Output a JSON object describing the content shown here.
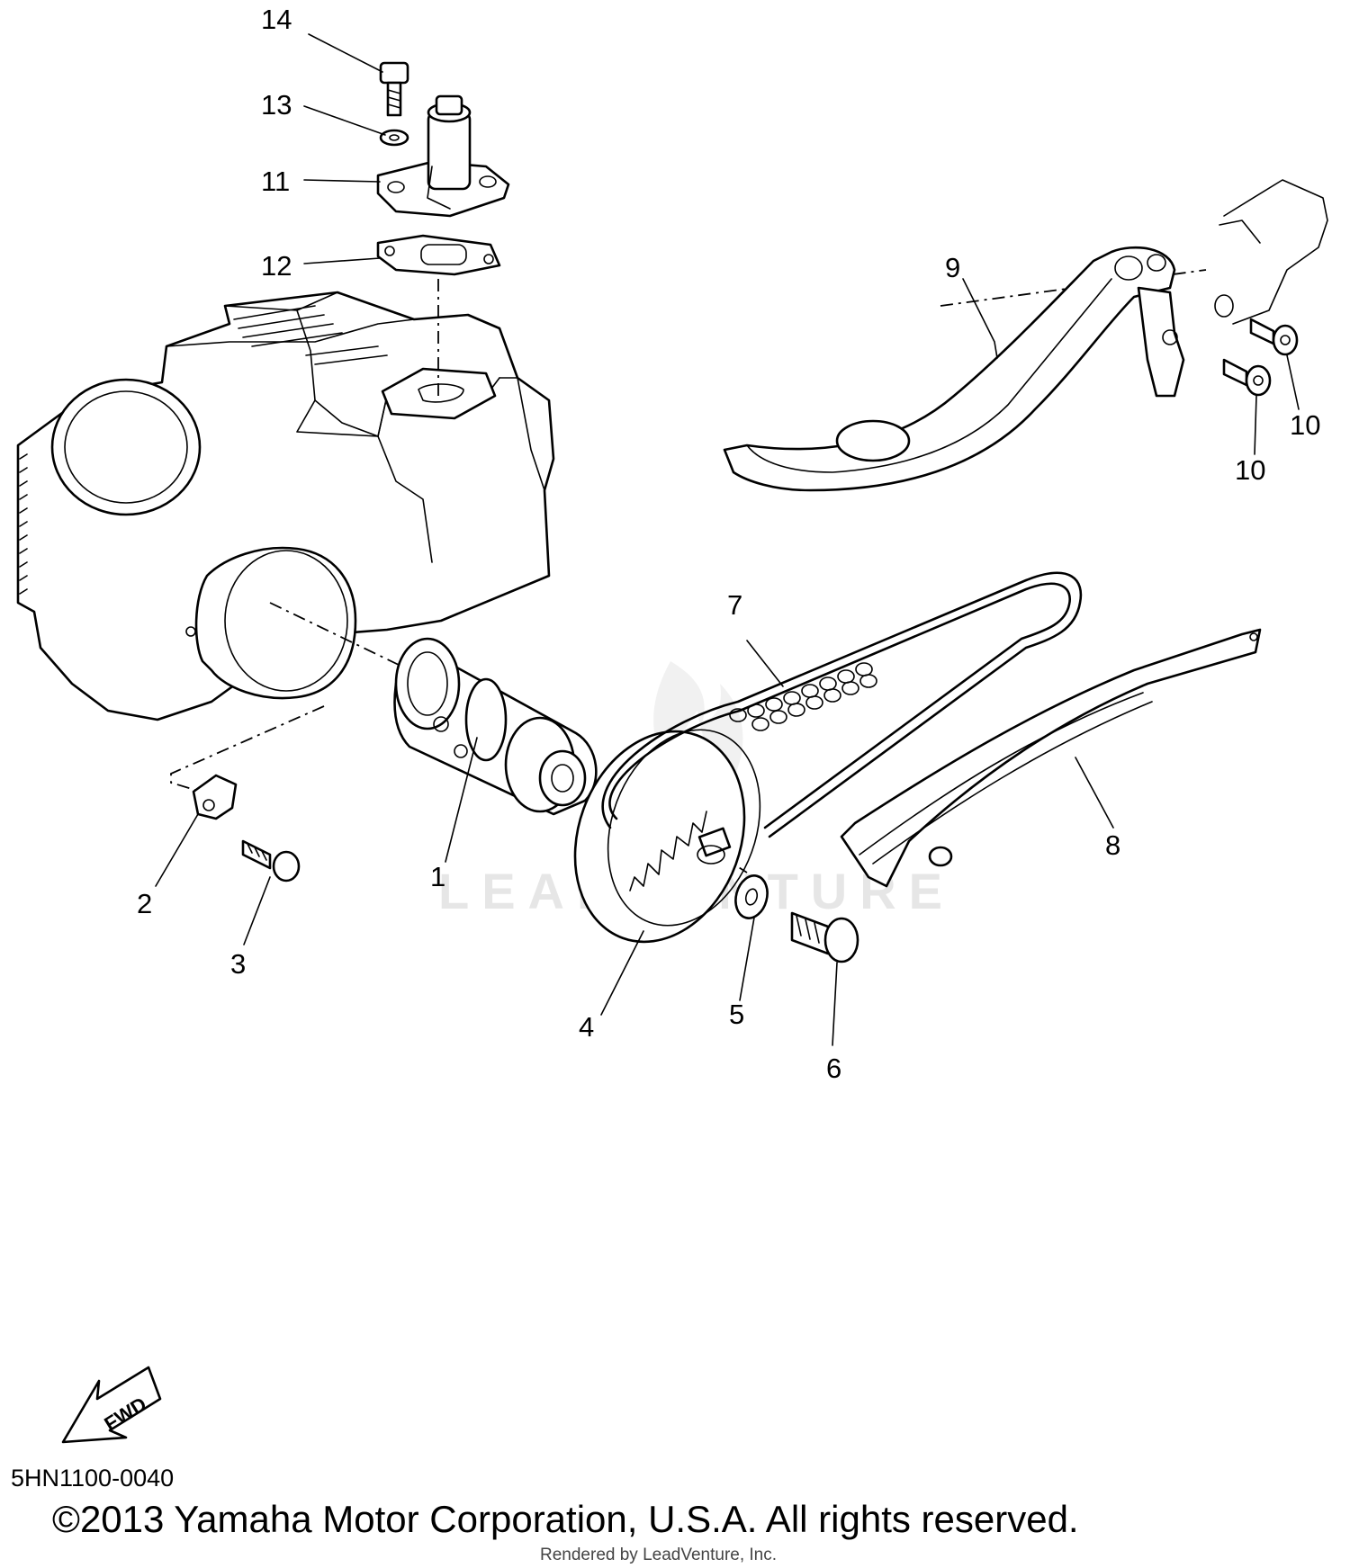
{
  "diagram": {
    "code": "5HN1100-0040",
    "copyright": "©2013 Yamaha Motor Corporation, U.S.A. All rights reserved.",
    "rendered_by": "Rendered by LeadVenture, Inc.",
    "watermark": "LEADVENTURE",
    "fwd_label": "FWD"
  },
  "callouts": {
    "c1": "1",
    "c2": "2",
    "c3": "3",
    "c4": "4",
    "c5": "5",
    "c6": "6",
    "c7": "7",
    "c8": "8",
    "c9": "9",
    "c10a": "10",
    "c10b": "10",
    "c11": "11",
    "c12": "12",
    "c13": "13",
    "c14": "14"
  }
}
